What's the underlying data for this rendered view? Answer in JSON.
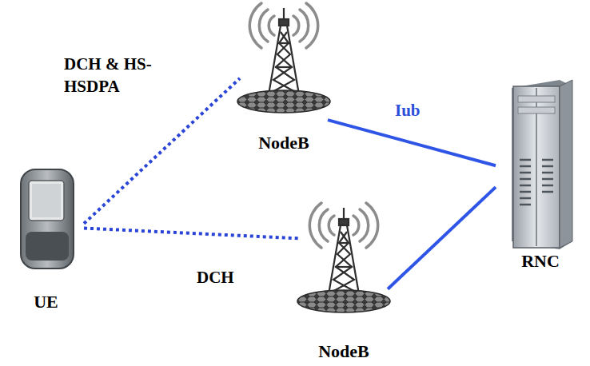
{
  "diagram": {
    "nodes": [
      {
        "text": [
          "UE"
        ]
      },
      {
        "text": [
          "NodeB"
        ]
      },
      {
        "text": [
          "NodeB"
        ]
      },
      {
        "text": [
          "RNC"
        ]
      }
    ],
    "edges": [
      {
        "from": 0,
        "to": 1,
        "label": "DCH & HS-HSDPA",
        "arrow": "none"
      },
      {
        "from": 0,
        "to": 2,
        "label": "DCH",
        "arrow": "none"
      },
      {
        "from": 1,
        "to": 3,
        "label": "Iub",
        "arrow": "none"
      },
      {
        "from": 2,
        "to": 3,
        "arrow": "none"
      }
    ]
  }
}
